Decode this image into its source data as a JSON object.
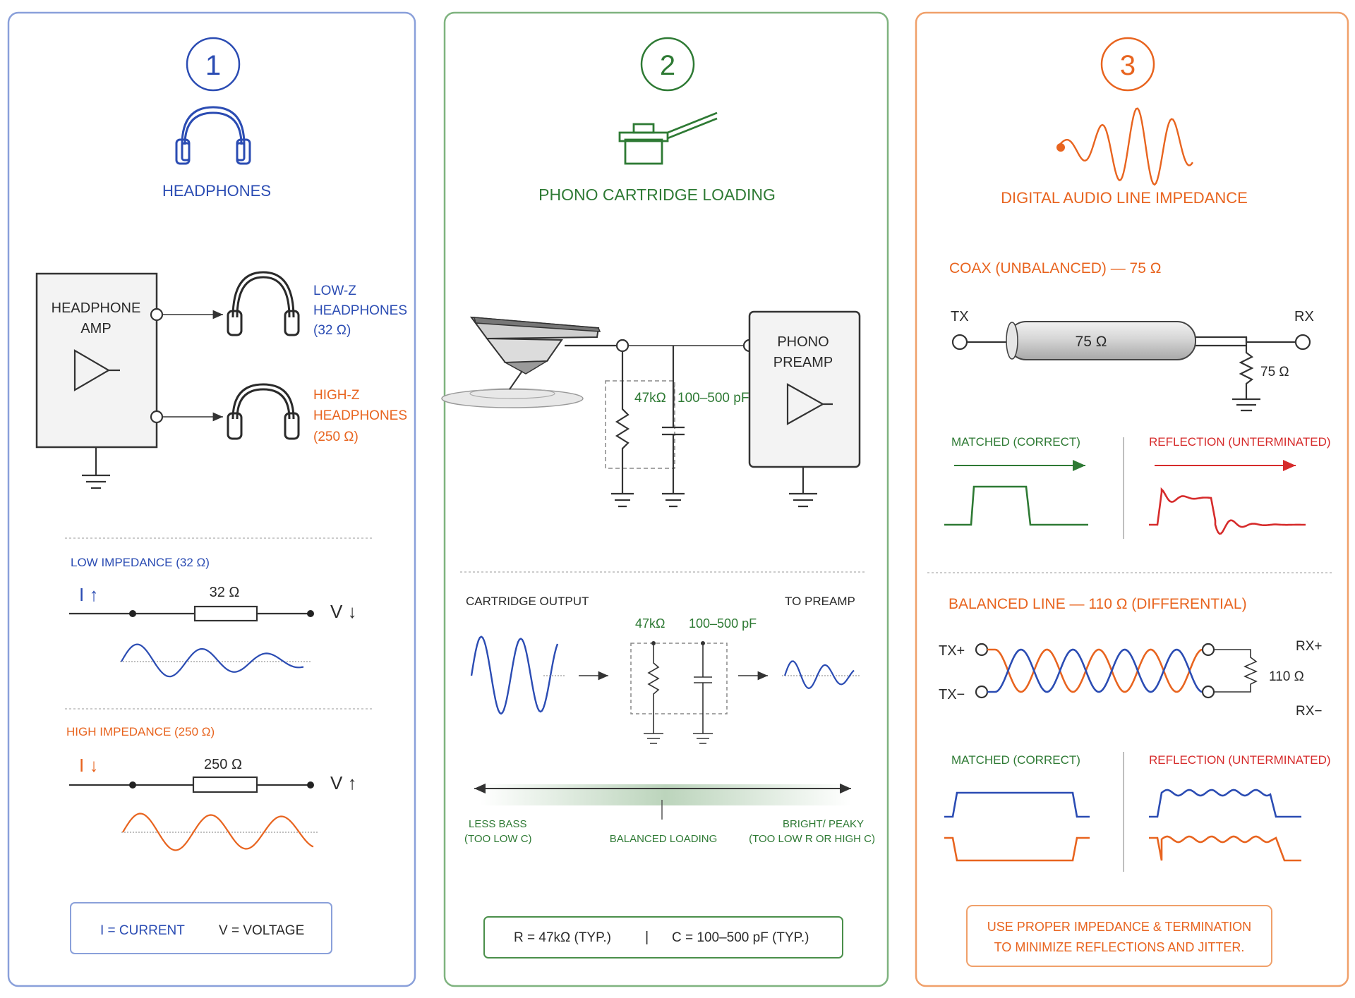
{
  "colors": {
    "panel1_accent": "#2b4cb3",
    "panel2_accent": "#2e7a34",
    "panel3_accent": "#e8641f",
    "ink": "#2a2a2a",
    "red": "#d62b2b"
  },
  "panel1": {
    "number": "1",
    "icon": "headphones-icon",
    "title": "HEADPHONES",
    "amp_label_1": "HEADPHONE",
    "amp_label_2": "AMP",
    "lowz_1": "LOW-Z",
    "lowz_2": "HEADPHONES",
    "lowz_3": "(32 Ω)",
    "highz_1": "HIGH-Z",
    "highz_2": "HEADPHONES",
    "highz_3": "(250 Ω)",
    "low_title": "LOW IMPEDANCE (32 Ω)",
    "low_current": "I ↑",
    "low_resistor": "32 Ω",
    "low_voltage": "V ↓",
    "high_title": "HIGH IMPEDANCE (250 Ω)",
    "high_current": "I ↓",
    "high_resistor": "250 Ω",
    "high_voltage": "V ↑",
    "legend_current": "I  =  CURRENT",
    "legend_voltage": "V  =  VOLTAGE"
  },
  "panel2": {
    "number": "2",
    "icon": "tonearm-icon",
    "title": "PHONO CARTRIDGE LOADING",
    "preamp_1": "PHONO",
    "preamp_2": "PREAMP",
    "r_label": "47kΩ",
    "c_label": "100–500 pF",
    "cart_output": "CARTRIDGE OUTPUT",
    "to_preamp": "TO PREAMP",
    "r_label_2": "47kΩ",
    "c_label_2": "100–500 pF",
    "less_bass_1": "LESS BASS",
    "less_bass_2": "(TOO LOW C)",
    "balanced": "BALANCED LOADING",
    "bright_1": "BRIGHT/ PEAKY",
    "bright_2": "(TOO LOW R OR HIGH C)",
    "footer_r": "R = 47kΩ (TYP.)",
    "footer_sep": "|",
    "footer_c": "C = 100–500 pF (TYP.)"
  },
  "panel3": {
    "number": "3",
    "icon": "waveform-icon",
    "title": "DIGITAL AUDIO LINE IMPEDANCE",
    "coax_title": "COAX (UNBALANCED) — 75 Ω",
    "tx": "TX",
    "rx": "RX",
    "coax_label": "75 Ω",
    "term_label": "75 Ω",
    "matched_1": "MATCHED (CORRECT)",
    "reflection_1": "REFLECTION (UNTERMINATED)",
    "balanced_title": "BALANCED LINE — 110 Ω (DIFFERENTIAL)",
    "txp": "TX+",
    "txm": "TX−",
    "rxp": "RX+",
    "rxm": "RX−",
    "bal_term": "110 Ω",
    "matched_2": "MATCHED (CORRECT)",
    "reflection_2": "REFLECTION (UNTERMINATED)",
    "footer_1": "USE PROPER IMPEDANCE & TERMINATION",
    "footer_2": "TO MINIMIZE REFLECTIONS AND JITTER."
  }
}
